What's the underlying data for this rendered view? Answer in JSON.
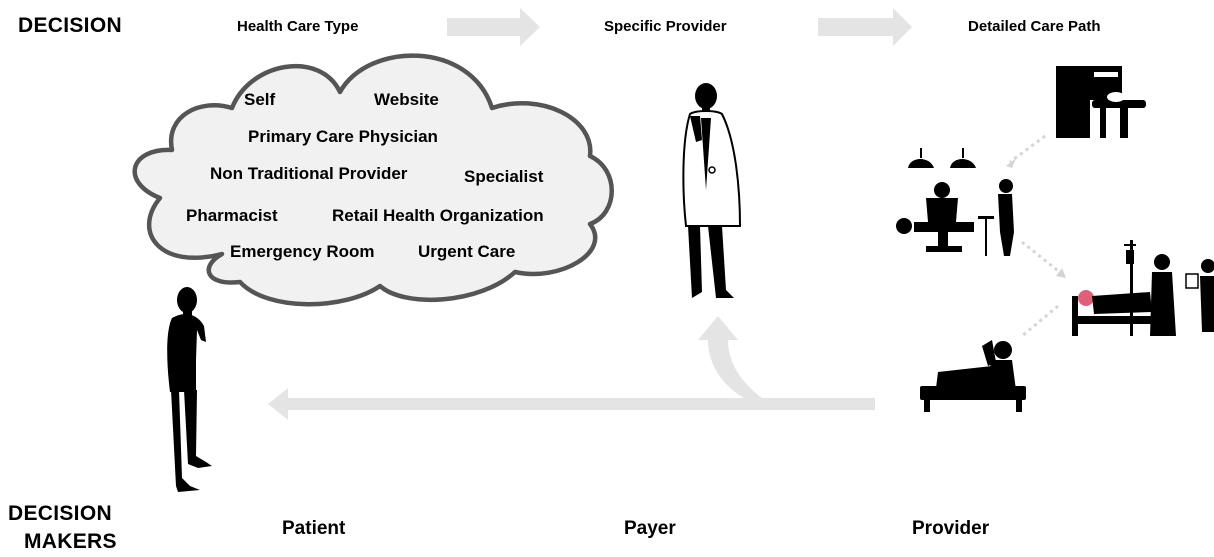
{
  "header": {
    "decision": "DECISION",
    "columns": [
      "Health Care Type",
      "Specific Provider",
      "Detailed Care Path"
    ]
  },
  "cloud_items": [
    "Self",
    "Website",
    "Primary Care Physician",
    "Non Traditional Provider",
    "Specialist",
    "Pharmacist",
    "Retail Health Organization",
    "Emergency Room",
    "Urgent Care"
  ],
  "footer": {
    "decision_makers": [
      "DECISION",
      "MAKERS"
    ],
    "makers": [
      "Patient",
      "Payer",
      "Provider"
    ]
  },
  "colors": {
    "arrow": "#e4e4e4",
    "cloud_fill": "#f1f1f1",
    "cloud_stroke": "#555555",
    "dotted": "#d4d4d4",
    "silhouette": "#000000",
    "alert": "#e0607a"
  },
  "icons": [
    "patient-silhouette-icon",
    "provider-silhouette-icon",
    "mri-scanner-icon",
    "surgery-room-icon",
    "hospital-bed-icon",
    "physio-bed-icon"
  ]
}
